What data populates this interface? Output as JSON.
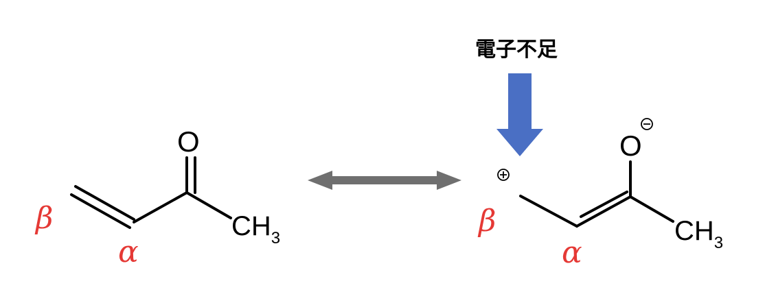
{
  "left_structure": {
    "oxygen": "O",
    "methyl": "CH",
    "methyl_sub": "3",
    "beta_label": "β",
    "alpha_label": "α"
  },
  "right_structure": {
    "oxygen": "O",
    "methyl": "CH",
    "methyl_sub": "3",
    "beta_label": "β",
    "alpha_label": "α"
  },
  "annotation": {
    "text": "電子不足"
  },
  "colors": {
    "greek_label": "#e53935",
    "electron_arrow": "#4a6fc4",
    "resonance_arrow": "#6f6f6f"
  }
}
